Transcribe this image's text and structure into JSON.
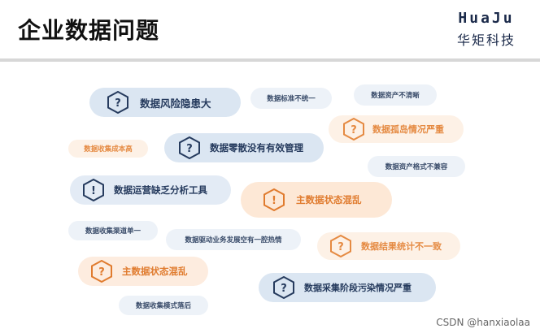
{
  "slide": {
    "title": "企业数据问题",
    "logo": {
      "word": "HuaJu",
      "cn": "华矩科技"
    }
  },
  "pills": [
    {
      "text": "数据风险隐患大",
      "style": "blue",
      "icon": "question-hex-icon"
    },
    {
      "text": "数据标准不统一",
      "style": "blue-soft",
      "icon": ""
    },
    {
      "text": "数据资产不清晰",
      "style": "blue-soft",
      "icon": ""
    },
    {
      "text": "数据孤岛情况严重",
      "style": "orange-soft",
      "icon": "question-hex-icon"
    },
    {
      "text": "数据收集成本高",
      "style": "orange-soft",
      "icon": ""
    },
    {
      "text": "数据零散没有有效管理",
      "style": "blue",
      "icon": "question-hex-icon"
    },
    {
      "text": "数据资产格式不兼容",
      "style": "blue-soft",
      "icon": ""
    },
    {
      "text": "数据运营缺乏分析工具",
      "style": "blue",
      "icon": "exclamation-hex-icon"
    },
    {
      "text": "主数据状态混乱",
      "style": "orange",
      "icon": "exclamation-hex-icon"
    },
    {
      "text": "数据收集渠道单一",
      "style": "blue-soft",
      "icon": ""
    },
    {
      "text": "数据驱动业务发展空有一腔热情",
      "style": "blue-soft",
      "icon": ""
    },
    {
      "text": "数据结果统计不一致",
      "style": "orange-soft",
      "icon": "question-hex-icon"
    },
    {
      "text": "主数据状态混乱",
      "style": "orange",
      "icon": "question-hex-icon"
    },
    {
      "text": "数据采集阶段污染情况严重",
      "style": "blue",
      "icon": "question-hex-icon"
    },
    {
      "text": "数据收集模式落后",
      "style": "blue-soft",
      "icon": ""
    }
  ],
  "watermark": "CSDN @hanxiaolaa",
  "colors": {
    "blue_pill": "#dbe6f2",
    "orange_pill": "#fde8d6",
    "blue_text": "#263b5e",
    "orange_text": "#e07b2e"
  }
}
